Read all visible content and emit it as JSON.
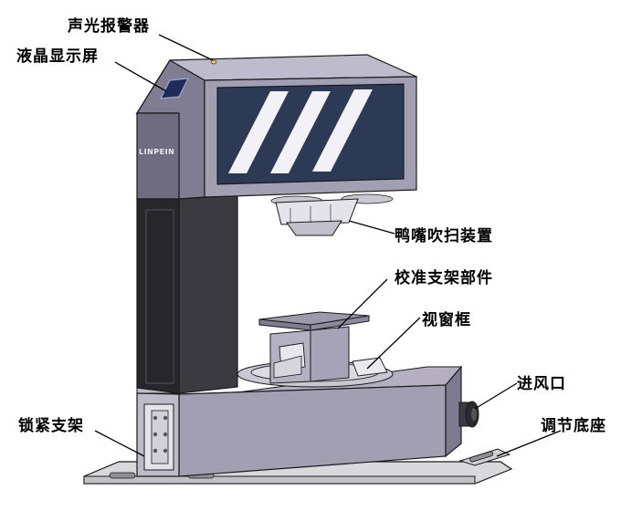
{
  "labels": {
    "alarm": "声光报警器",
    "lcd": "液晶显示屏",
    "nozzle": "鸭嘴吹扫装置",
    "calib": "校准支架部件",
    "window": "视窗框",
    "inlet": "进风口",
    "lock": "锁紧支架",
    "base": "调节底座"
  },
  "brand": "LINPEIN",
  "colors": {
    "housing": "#a39fb3",
    "housing_dark": "#6f6b80",
    "housing_side": "#8a8699",
    "panel": "#2c3a55",
    "column": "#27272b",
    "outline": "#1a1a1a"
  }
}
